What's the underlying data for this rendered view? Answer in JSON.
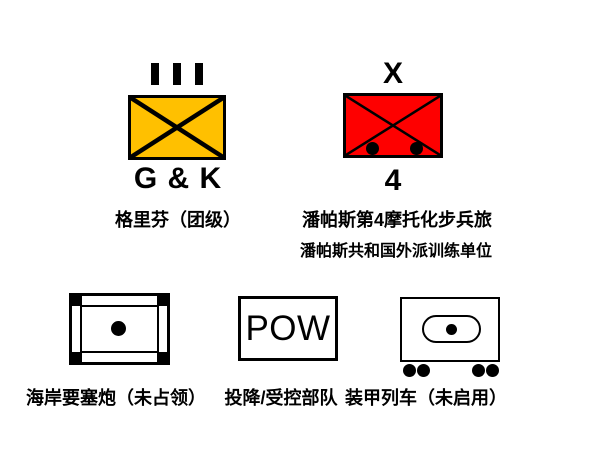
{
  "colors": {
    "background": "#ffffff",
    "griffin_fill": "#FFC000",
    "pampas_fill": "#FE0000",
    "symbol_stroke": "#000000"
  },
  "units": {
    "griffin": {
      "echelon": "III",
      "designation": "G & K",
      "label": "格里芬（团级）"
    },
    "pampas": {
      "echelon": "X",
      "unit_number": "4",
      "label": "潘帕斯第4摩托化步兵旅",
      "sublabel": "潘帕斯共和国外派训练单位"
    },
    "coastal_artillery": {
      "label": "海岸要塞炮（未占领）"
    },
    "pow": {
      "symbol_text": "POW",
      "label": "投降/受控部队"
    },
    "armored_train": {
      "label": "装甲列车（未启用）"
    }
  }
}
